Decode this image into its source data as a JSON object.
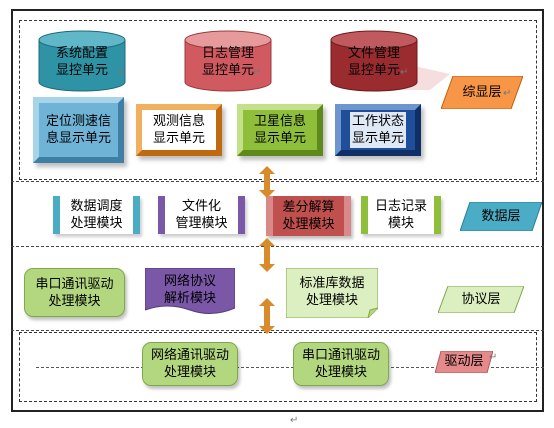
{
  "layers": {
    "display": "综显层",
    "data": "数据层",
    "protocol": "协议层",
    "driver": "驱动层"
  },
  "display_units": {
    "cylinders": [
      "系统配置\n显控单元",
      "日志管理\n显控单元",
      "文件管理\n显控单元"
    ],
    "panels": [
      "定位测速信\n息显示单元",
      "观测信息\n显示单元",
      "卫星信息\n显示单元",
      "工作状态\n显示单元"
    ]
  },
  "data_modules": [
    "数据调度\n处理模块",
    "文件化\n管理模块",
    "差分解算\n处理模块",
    "日志记录\n模块"
  ],
  "protocol_modules": [
    "串口通讯驱动\n处理模块",
    "网络协议\n解析模块",
    "标准库数据\n处理模块"
  ],
  "driver_modules": [
    "网络通讯驱动\n处理模块",
    "串口通讯驱动\n处理模块"
  ],
  "colors": {
    "teal": "#2f93a6",
    "rose": "#d05a5f",
    "maroon": "#9a2b2f",
    "light_blue": "#6fb3d6",
    "green": "#8fbf3a",
    "purple": "#7b57a8",
    "navy": "#1f4e9a",
    "orange": "#f79646",
    "cyan": "#4bacc6",
    "lime": "#b3d77f",
    "lavender": "#c7b8dc",
    "red": "#e58a8a",
    "arrow": "#d98a2a"
  }
}
